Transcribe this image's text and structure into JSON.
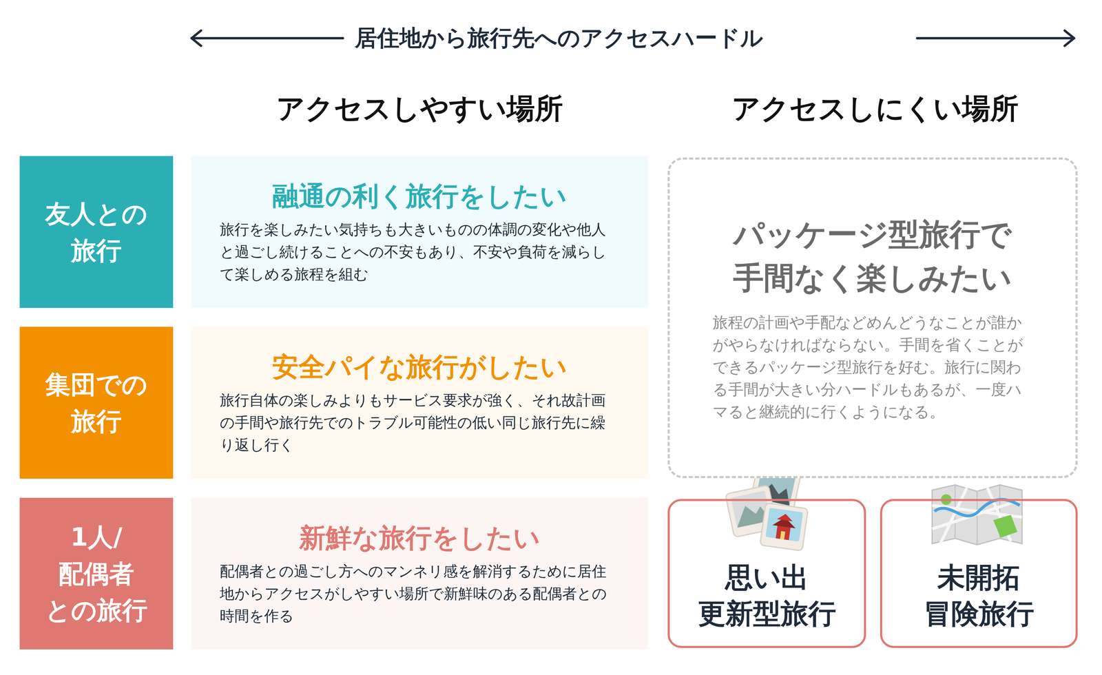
{
  "diagram": {
    "title": "居住地から旅行先へのアクセスハードル",
    "nodes": [
      {
        "text": [
          "友人との 旅行"
        ]
      },
      {
        "text": [
          "融通の利く旅行をしたい",
          "旅行を楽しみたい気持ちも大きいものの体調の変化や他人と過ごし続けることへの不安もあり、不安や負荷を減らして楽しめる旅程を組む"
        ]
      },
      {
        "text": [
          "集団での 旅行"
        ]
      },
      {
        "text": [
          "安全パイな旅行がしたい",
          "旅行自体の楽しみよりもサービス要求が強く、それ故計画の手間や旅行先でのトラブル可能性の低い同じ旅行先に繰り返し行く"
        ]
      },
      {
        "text": [
          "1人/ 配偶者 との旅行"
        ]
      },
      {
        "text": [
          "新鮮な旅行をしたい",
          "配偶者との過ごし方へのマンネリ感を解消するために居住地からアクセスがしやすい場所で新鮮味のある配偶者との時間を作る"
        ]
      },
      {
        "text": [
          "パッケージ型旅行で 手間なく楽しみたい",
          "旅程の計画や手配などめんどうなことが誰かがやらなければならない。手間を省くことができるパッケージ型旅行を好む。旅行に関わる手間が大きい分ハードルもあるが、一度ハマると継続的に行くようになる。"
        ]
      },
      {
        "text": [
          "思い出 更新型旅行"
        ]
      },
      {
        "text": [
          "未開拓 冒険旅行"
        ]
      }
    ],
    "labels": [
      "アクセスしやすい場所",
      "アクセスしにくい場所"
    ]
  }
}
